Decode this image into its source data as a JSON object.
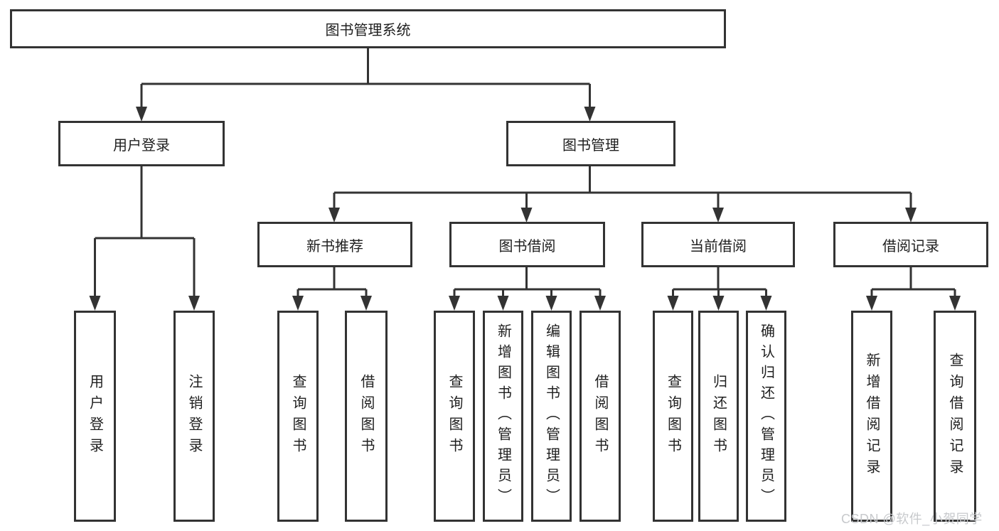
{
  "diagram": {
    "root": {
      "label": "图书管理系统"
    },
    "branches": [
      {
        "label": "用户登录",
        "children": [
          {
            "label": "用户登录"
          },
          {
            "label": "注销登录"
          }
        ]
      },
      {
        "label": "图书管理",
        "children": [
          {
            "label": "新书推荐",
            "children": [
              {
                "label": "查询图书"
              },
              {
                "label": "借阅图书"
              }
            ]
          },
          {
            "label": "图书借阅",
            "children": [
              {
                "label": "查询图书"
              },
              {
                "label": "新增图书（管理员）"
              },
              {
                "label": "编辑图书（管理员）"
              },
              {
                "label": "借阅图书"
              }
            ]
          },
          {
            "label": "当前借阅",
            "children": [
              {
                "label": "查询图书"
              },
              {
                "label": "归还图书"
              },
              {
                "label": "确认归还（管理员）"
              }
            ]
          },
          {
            "label": "借阅记录",
            "children": [
              {
                "label": "新增借阅记录"
              },
              {
                "label": "查询借阅记录"
              }
            ]
          }
        ]
      }
    ]
  },
  "watermark": {
    "text": "CSDN @软件_小贺同学"
  },
  "colors": {
    "line": "#333333",
    "box_border": "#333333",
    "text": "#1f1f1f",
    "background": "#ffffff",
    "watermark": "#c7c9cc"
  }
}
